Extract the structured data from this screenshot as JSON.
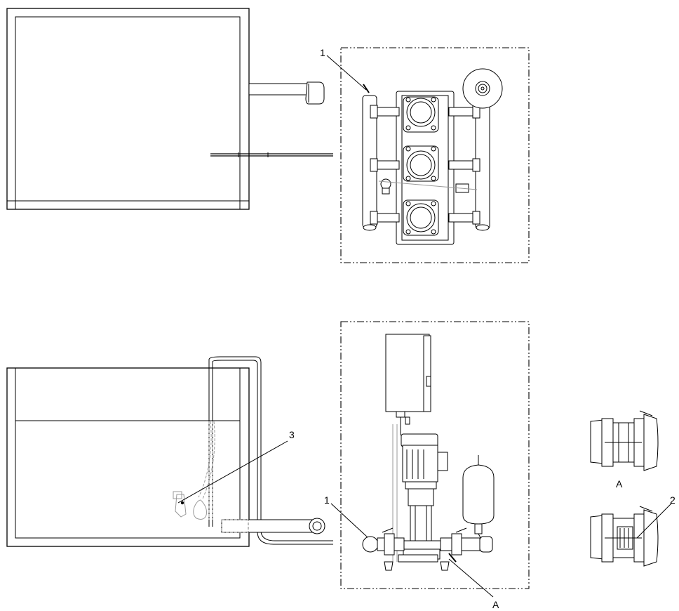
{
  "callouts": {
    "top_pump": "1",
    "bottom_pump": "1",
    "detail_2": "2",
    "float_3": "3",
    "view_a_label": "A",
    "view_a_ref": "A"
  },
  "colors": {
    "line": "#000000",
    "hidden": "#999999",
    "background": "#ffffff"
  }
}
